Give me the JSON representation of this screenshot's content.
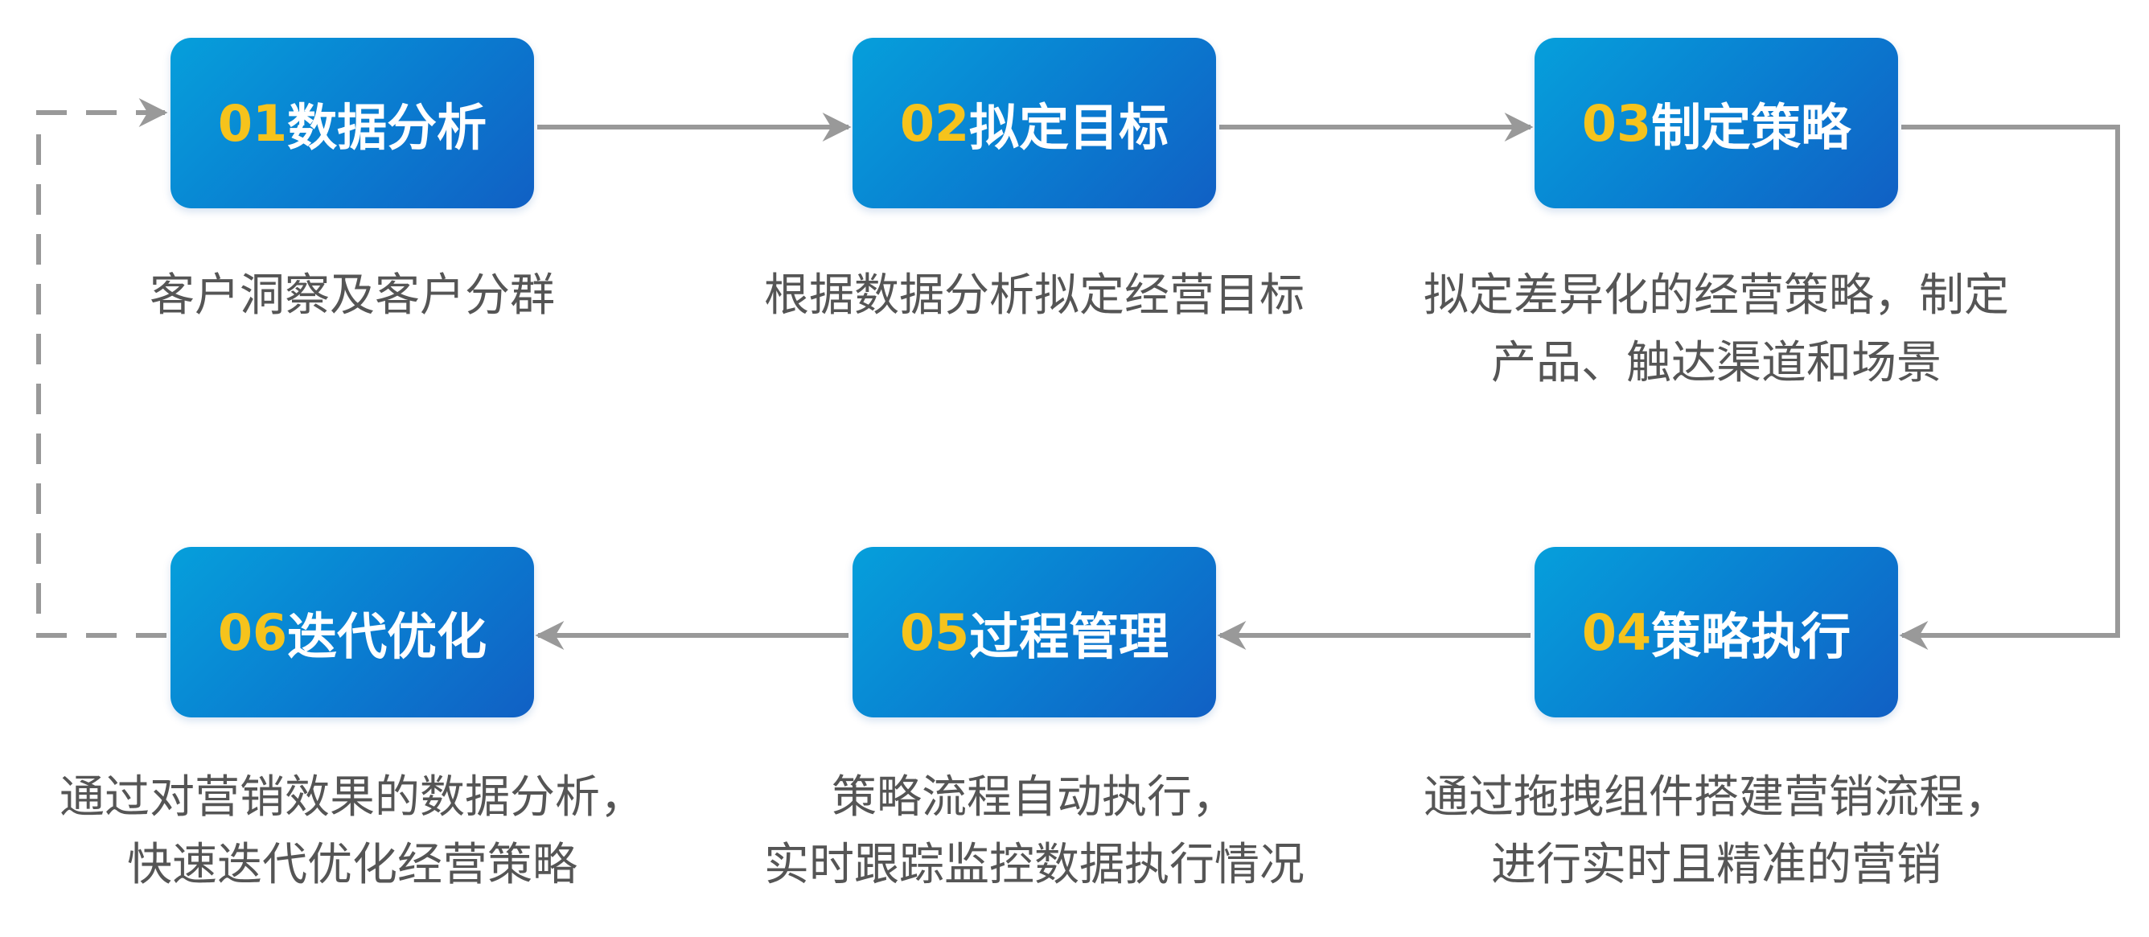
{
  "colors": {
    "box_gradient_start": "#069fdb",
    "box_gradient_end": "#1160c4",
    "number_color": "#f6c31c",
    "title_color": "#ffffff",
    "arrow_color": "#999999",
    "description_color": "#555555"
  },
  "steps": [
    {
      "number": "01",
      "title": "数据分析",
      "description": [
        "客户洞察及客户分群"
      ]
    },
    {
      "number": "02",
      "title": "拟定目标",
      "description": [
        "根据数据分析拟定经营目标"
      ]
    },
    {
      "number": "03",
      "title": "制定策略",
      "description": [
        "拟定差异化的经营策略，制定",
        "产品、触达渠道和场景"
      ]
    },
    {
      "number": "04",
      "title": "策略执行",
      "description": [
        "通过拖拽组件搭建营销流程，",
        "进行实时且精准的营销"
      ]
    },
    {
      "number": "05",
      "title": "过程管理",
      "description": [
        "策略流程自动执行，",
        "实时跟踪监控数据执行情况"
      ]
    },
    {
      "number": "06",
      "title": "迭代优化",
      "description": [
        "通过对营销效果的数据分析，",
        "快速迭代优化经营策略"
      ]
    }
  ],
  "connectors": [
    {
      "from": "01",
      "to": "02",
      "style": "solid"
    },
    {
      "from": "02",
      "to": "03",
      "style": "solid"
    },
    {
      "from": "03",
      "to": "04",
      "style": "solid"
    },
    {
      "from": "04",
      "to": "05",
      "style": "solid"
    },
    {
      "from": "05",
      "to": "06",
      "style": "solid"
    },
    {
      "from": "06",
      "to": "01",
      "style": "dashed"
    }
  ]
}
